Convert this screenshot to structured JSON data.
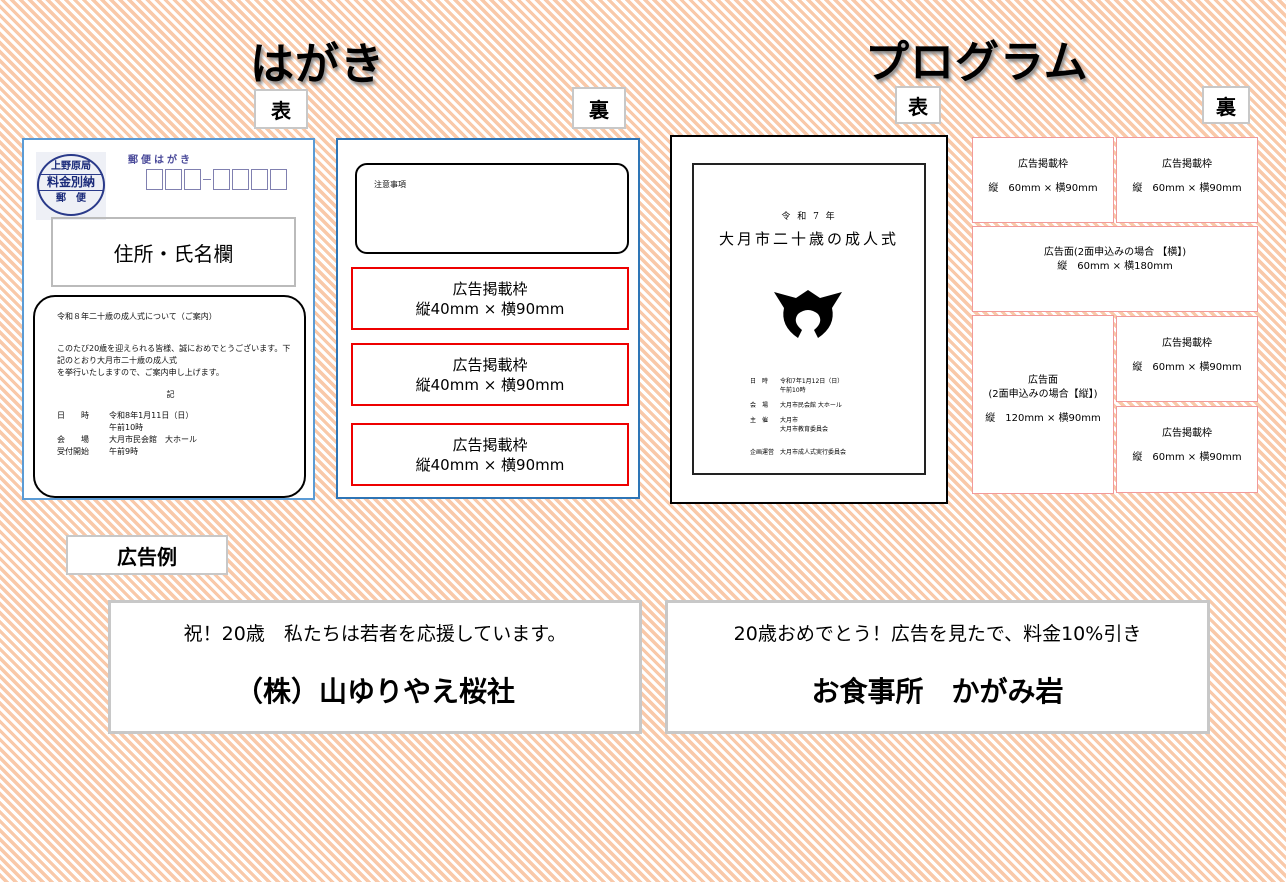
{
  "hagaki": {
    "title": "はがき",
    "front_label": "表",
    "back_label": "裏",
    "front": {
      "stamp": [
        "上野原局",
        "料金別納",
        "郵　便"
      ],
      "postcard_label": "郵便はがき",
      "address_field": "住所・氏名欄",
      "notice_title": "令和８年二十歳の成人式について（ご案内）",
      "notice_body": [
        "このたび20歳を迎えられる皆様、誠におめでとうございます。下記のとおり大月市二十歳の成人式",
        "を挙行いたしますので、ご案内申し上げます。"
      ],
      "ki": "記",
      "details": [
        {
          "k": "日　　時",
          "v": "令和8年1月11日（日）"
        },
        {
          "k": "",
          "v": "午前10時"
        },
        {
          "k": "会　　場",
          "v": "大月市民会館　大ホール"
        },
        {
          "k": "受付開始",
          "v": "午前9時"
        }
      ]
    },
    "back": {
      "notes_label": "注意事項",
      "ad_frames": [
        {
          "l1": "広告掲載枠",
          "l2": "縦40mm × 横90mm"
        },
        {
          "l1": "広告掲載枠",
          "l2": "縦40mm × 横90mm"
        },
        {
          "l1": "広告掲載枠",
          "l2": "縦40mm × 横90mm"
        }
      ]
    }
  },
  "program": {
    "title": "プログラム",
    "front_label": "表",
    "back_label": "裏",
    "front": {
      "year": "令 和 7 年",
      "event": "大月市二十歳の成人式",
      "details": [
        {
          "k": "日　時",
          "v": "令和7年1月12日（日）"
        },
        {
          "k": "",
          "v": "午前10時"
        },
        {
          "k": "会　場",
          "v": "大月市民会館 大ホール"
        },
        {
          "k": "主　催",
          "v": "大月市"
        },
        {
          "k": "",
          "v": "大月市教育委員会"
        },
        {
          "k": "企画運営",
          "v": "大月市成人式実行委員会"
        }
      ]
    },
    "back": {
      "frame_title": "広告掲載枠",
      "frame_size": "縦　60mm × 横90mm",
      "wide_title": "広告面(2面申込みの場合 【横】)",
      "wide_size": "縦　60mm × 横180mm",
      "tall_title": "広告面",
      "tall_sub": "(2面申込みの場合【縦】)",
      "tall_size": "縦　120mm × 横90mm"
    }
  },
  "examples": {
    "label": "広告例",
    "items": [
      {
        "line1": "祝！20歳　私たちは若者を応援しています。",
        "line2": "（株）山ゆりやえ桜社"
      },
      {
        "line1": "20歳おめでとう！広告を見たで、料金10%引き",
        "line2": "お食事所　かがみ岩"
      }
    ]
  }
}
